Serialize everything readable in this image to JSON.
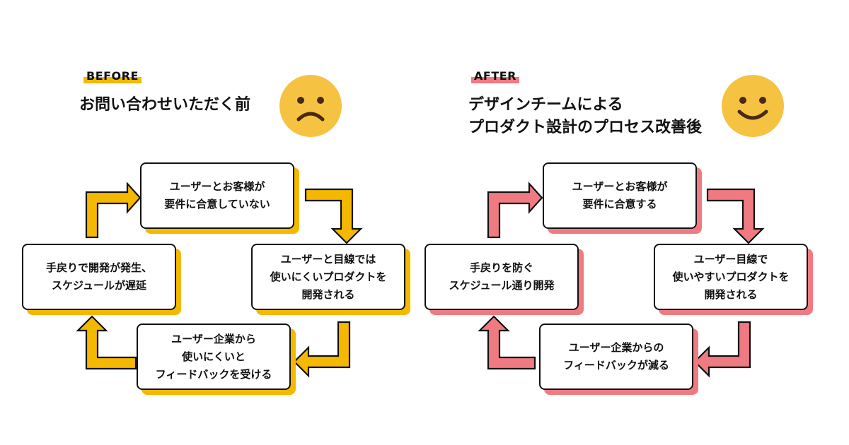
{
  "before": {
    "tag": "BEFORE",
    "heading": "お問い合わせいただく前",
    "face_icon": "sad-face",
    "accent": "#F5B800",
    "boxes": {
      "top": "ユーザーとお客様が\n要件に合意していない",
      "right": "ユーザーと目線では\n使いにくいプロダクトを\n開発される",
      "bottom": "ユーザー企業から\n使いにくいと\nフィードバックを受ける",
      "left": "手戻りで開発が発生、\nスケジュールが遅延"
    }
  },
  "after": {
    "tag": "AFTER",
    "heading_line1": "デザインチームによる",
    "heading_line2": "プロダクト設計のプロセス改善後",
    "face_icon": "smile-face",
    "accent": "#F07A82",
    "boxes": {
      "top": "ユーザーとお客様が\n要件に合意する",
      "right": "ユーザー目線で\n使いやすいプロダクトを\n開発される",
      "bottom": "ユーザー企業からの\nフィードバックが減る",
      "left": "手戻りを防ぐ\nスケジュール通り開発"
    }
  },
  "colors": {
    "ink": "#111111",
    "face": "#F5C242",
    "face_features": "#4A2A12"
  }
}
